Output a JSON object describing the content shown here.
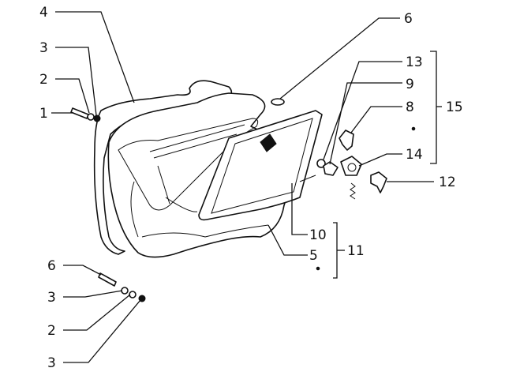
{
  "callouts": [
    {
      "id": "c4",
      "label": "4"
    },
    {
      "id": "c3a",
      "label": "3"
    },
    {
      "id": "c2a",
      "label": "2"
    },
    {
      "id": "c1",
      "label": "1"
    },
    {
      "id": "c6a",
      "label": "6"
    },
    {
      "id": "c13",
      "label": "13"
    },
    {
      "id": "c9",
      "label": "9"
    },
    {
      "id": "c8",
      "label": "8"
    },
    {
      "id": "c15",
      "label": "15"
    },
    {
      "id": "c14",
      "label": "14"
    },
    {
      "id": "c12",
      "label": "12"
    },
    {
      "id": "c10",
      "label": "10"
    },
    {
      "id": "c5",
      "label": "5"
    },
    {
      "id": "c11",
      "label": "11"
    },
    {
      "id": "c6b",
      "label": "6"
    },
    {
      "id": "c3b",
      "label": "3"
    },
    {
      "id": "c2b",
      "label": "2"
    },
    {
      "id": "c3c",
      "label": "3"
    }
  ],
  "colors": {
    "ink": "#111111",
    "paper": "#ffffff"
  }
}
